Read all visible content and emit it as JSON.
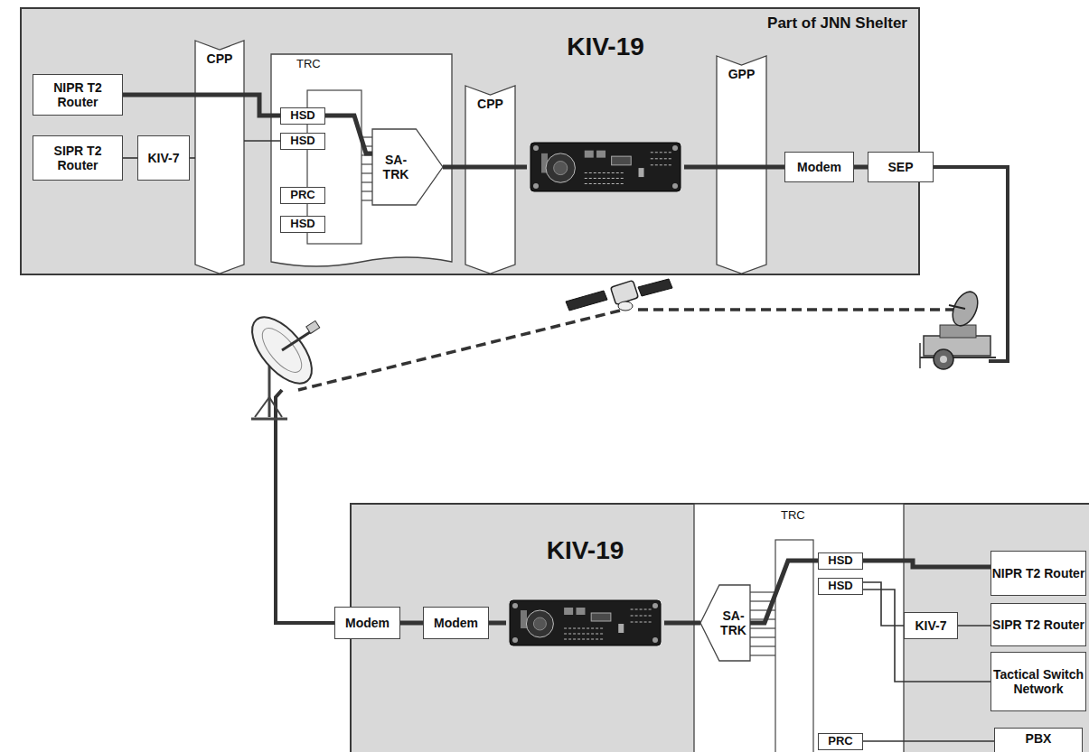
{
  "diagram": {
    "nodes": [
      {
        "text": [
          "Part of JNN Shelter"
        ]
      },
      {
        "text": [
          "NIPR T2 Router"
        ],
        "in": 0
      },
      {
        "text": [
          "SIPR T2 Router"
        ],
        "in": 0
      },
      {
        "text": [
          "KIV-7"
        ],
        "in": 0
      },
      {
        "text": [
          "CPP"
        ],
        "in": 0
      },
      {
        "text": [
          "TRC"
        ],
        "in": 0
      },
      {
        "text": [
          "HSD"
        ],
        "in": 5
      },
      {
        "text": [
          "HSD"
        ],
        "in": 5
      },
      {
        "text": [
          "PRC"
        ],
        "in": 5
      },
      {
        "text": [
          "HSD"
        ],
        "in": 5
      },
      {
        "text": [
          "SA-TRK"
        ],
        "in": 5
      },
      {
        "text": [
          "CPP"
        ],
        "in": 0
      },
      {
        "text": [
          "KIV-19"
        ],
        "in": 0
      },
      {
        "text": [
          "GPP"
        ],
        "in": 0
      },
      {
        "text": [
          "Modem"
        ],
        "in": 0
      },
      {
        "text": [
          "SEP"
        ],
        "in": 0
      },
      {
        "text": [
          "Modem"
        ]
      },
      {
        "text": [
          "Modem"
        ]
      },
      {
        "text": [
          "KIV-19"
        ]
      },
      {
        "text": [
          "TRC"
        ]
      },
      {
        "text": [
          "SA-TRK"
        ],
        "in": 19
      },
      {
        "text": [
          "HSD"
        ],
        "in": 19
      },
      {
        "text": [
          "HSD"
        ],
        "in": 19
      },
      {
        "text": [
          "PRC"
        ],
        "in": 19
      },
      {
        "text": [
          "NIPR T2 Router"
        ]
      },
      {
        "text": [
          "KIV-7"
        ]
      },
      {
        "text": [
          "SIPR T2 Router"
        ]
      },
      {
        "text": [
          "Tactical Switch Network"
        ]
      },
      {
        "text": [
          "PBX"
        ]
      }
    ],
    "edges": [
      {
        "from": 1,
        "to": 6,
        "arrow": "none"
      },
      {
        "from": 6,
        "to": 10,
        "arrow": "none"
      },
      {
        "from": 10,
        "to": 12,
        "arrow": "none"
      },
      {
        "from": 12,
        "to": 14,
        "arrow": "none"
      },
      {
        "from": 14,
        "to": 15,
        "arrow": "none"
      },
      {
        "from": 2,
        "to": 3,
        "arrow": "none"
      },
      {
        "from": 3,
        "to": 4,
        "arrow": "none"
      },
      {
        "from": 4,
        "to": 7,
        "arrow": "none"
      },
      {
        "from": 16,
        "to": 17,
        "arrow": "none"
      },
      {
        "from": 17,
        "to": 18,
        "arrow": "none"
      },
      {
        "from": 18,
        "to": 20,
        "arrow": "none"
      },
      {
        "from": 20,
        "to": 21,
        "arrow": "none"
      },
      {
        "from": 21,
        "to": 24,
        "arrow": "none"
      },
      {
        "from": 22,
        "to": 25,
        "arrow": "none"
      },
      {
        "from": 25,
        "to": 26,
        "arrow": "none"
      },
      {
        "from": 22,
        "to": 27,
        "arrow": "none"
      },
      {
        "from": 23,
        "to": 28,
        "arrow": "none"
      }
    ]
  }
}
